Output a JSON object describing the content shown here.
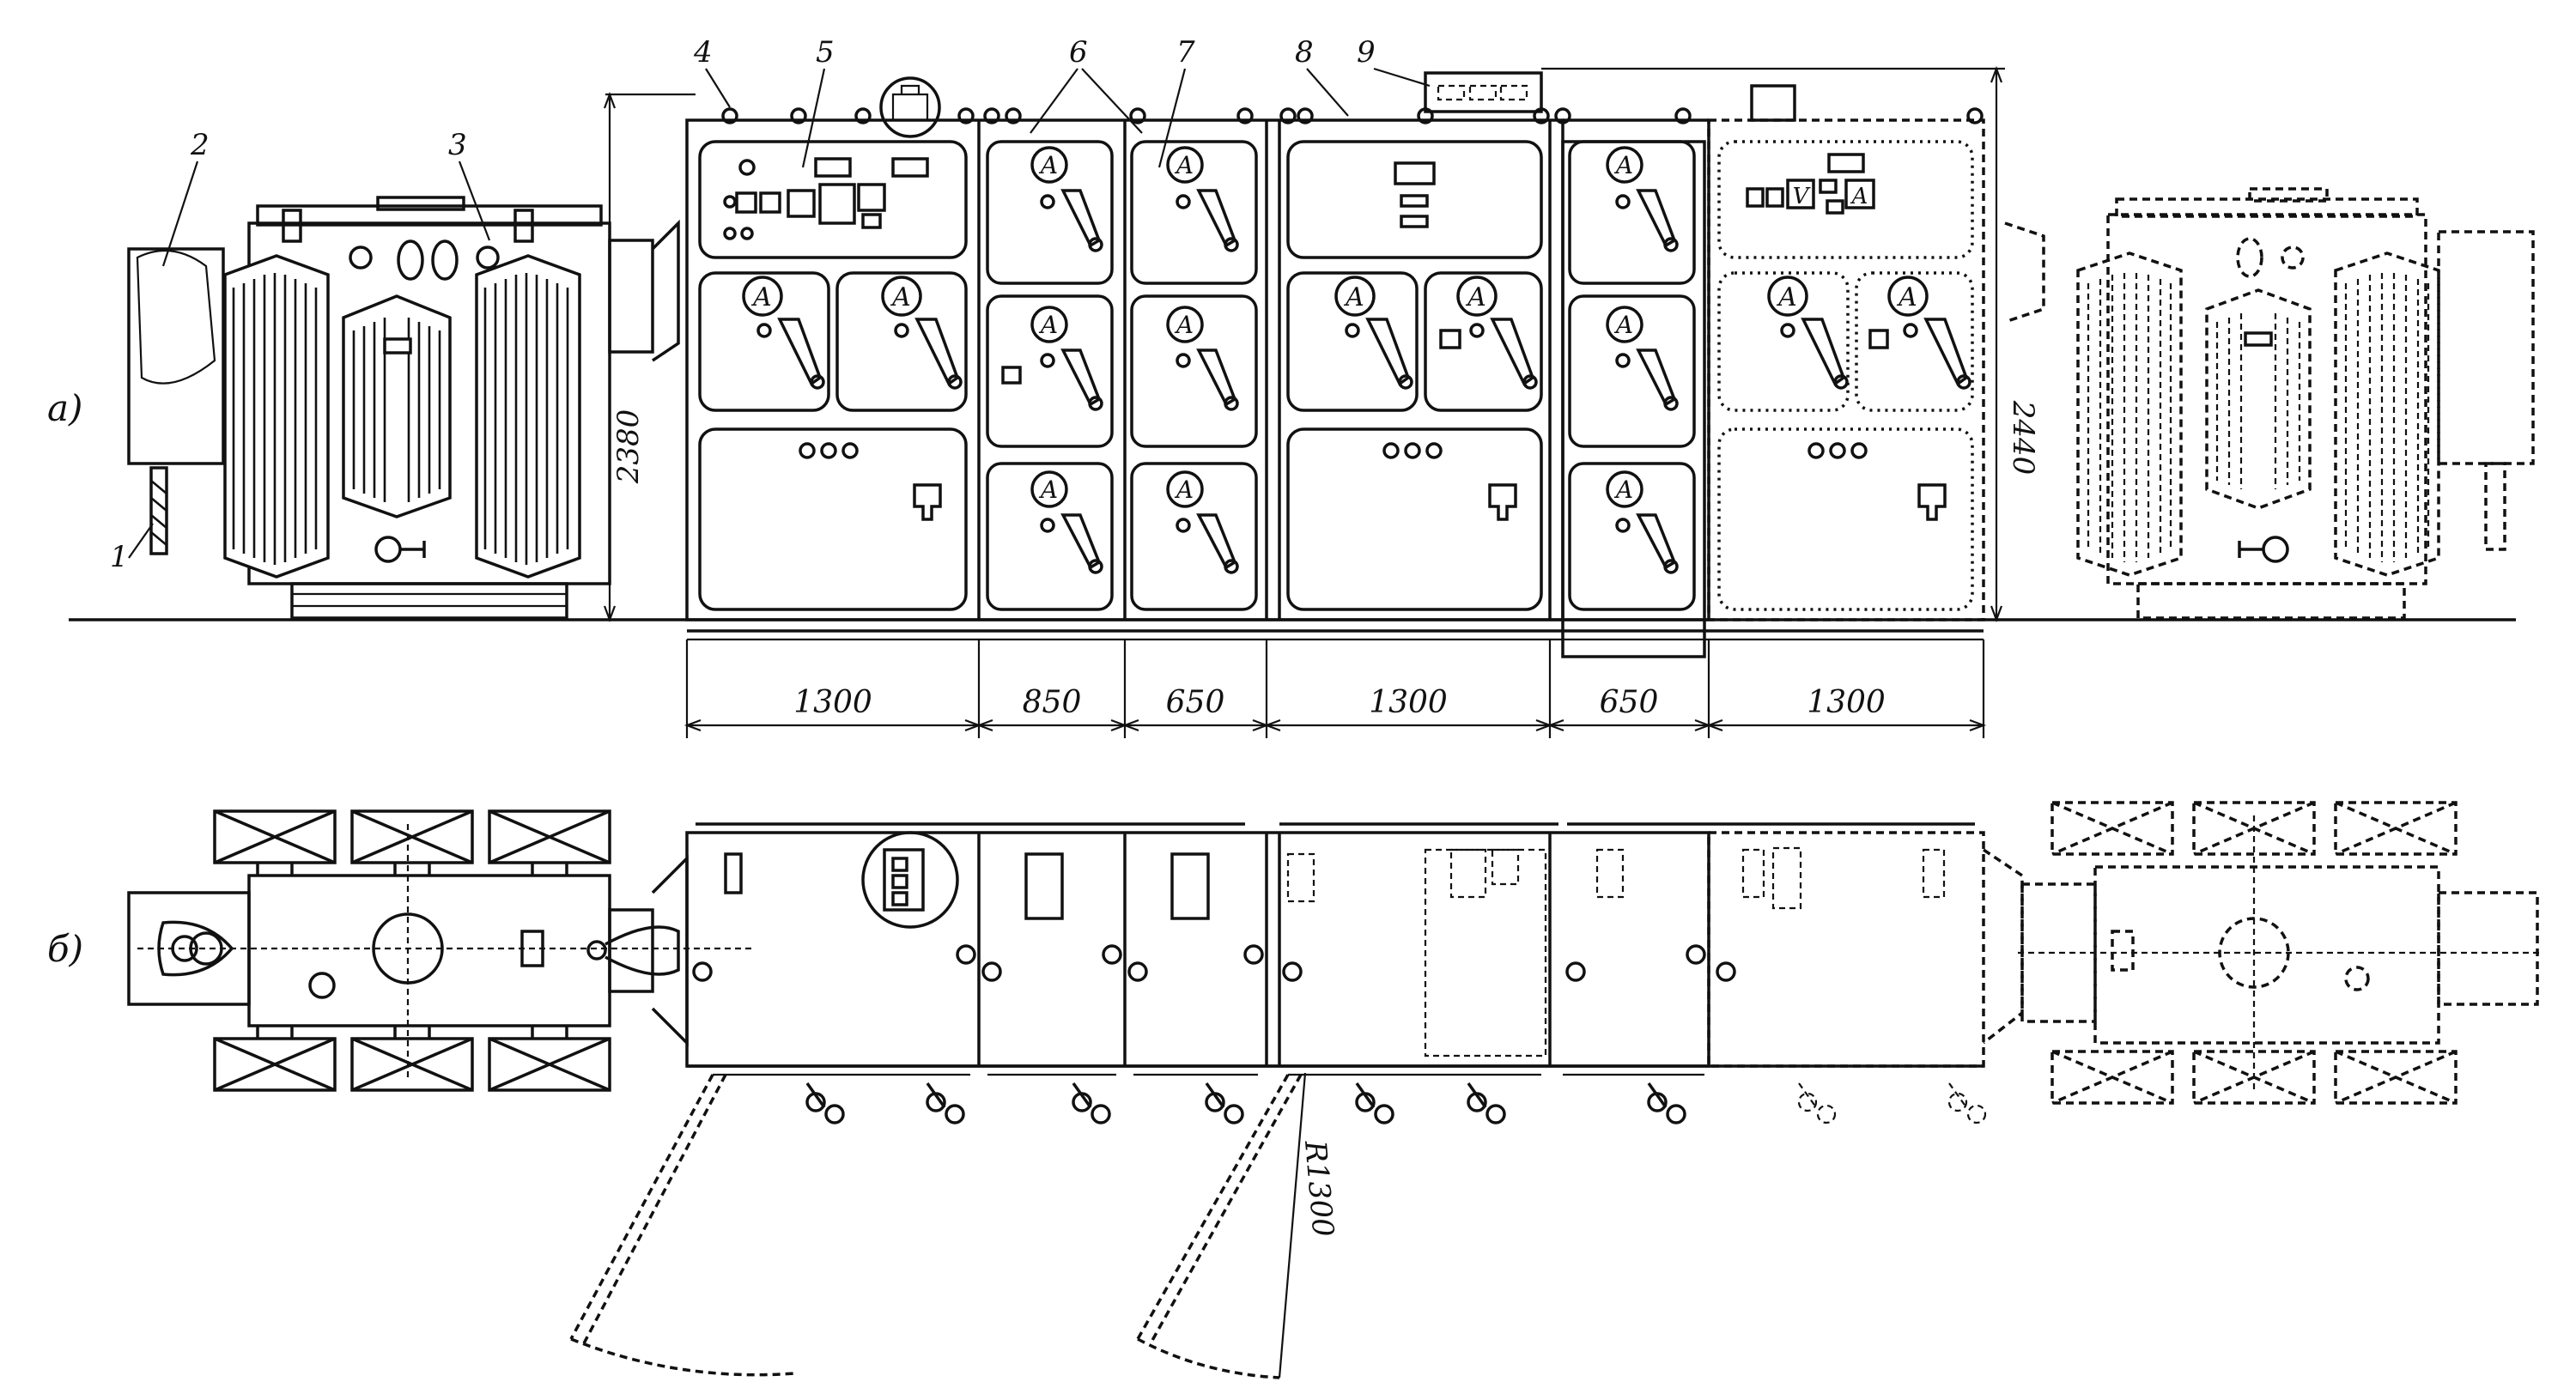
{
  "views": {
    "front": {
      "label": "а)"
    },
    "plan": {
      "label": "б)"
    }
  },
  "callouts": [
    "1",
    "2",
    "3",
    "4",
    "5",
    "6",
    "7",
    "8",
    "9"
  ],
  "dimensions": {
    "height_left": "2380",
    "height_right": "2440",
    "widths": [
      "1300",
      "850",
      "650",
      "1300",
      "650",
      "1300"
    ],
    "door_radius": "R1300"
  },
  "instrument_symbols": {
    "ammeter": "A",
    "voltmeter": "V"
  }
}
